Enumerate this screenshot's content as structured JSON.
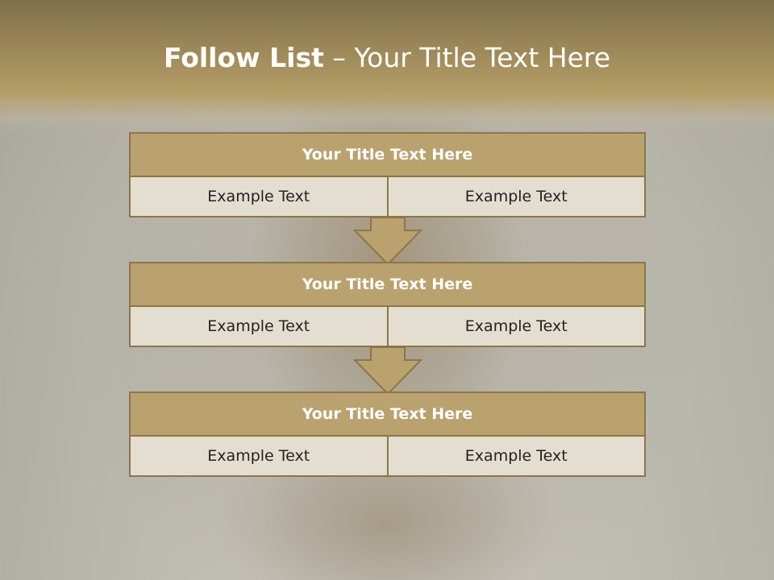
{
  "slide": {
    "title_strong": "Follow List",
    "title_rest": " – Your Title Text Here"
  },
  "blocks": [
    {
      "title": "Your Title Text Here",
      "cells": [
        "Example Text",
        "Example Text"
      ]
    },
    {
      "title": "Your Title Text Here",
      "cells": [
        "Example Text",
        "Example Text"
      ]
    },
    {
      "title": "Your Title Text Here",
      "cells": [
        "Example Text",
        "Example Text"
      ]
    }
  ],
  "colors": {
    "header_band": "#9b8757",
    "block_title_fill": "#b9a26e",
    "block_border": "#8d7646",
    "cell_fill": "#e4ded1",
    "arrow_fill": "#b9a26e"
  },
  "icons": {
    "connector": "down-arrow-icon"
  }
}
